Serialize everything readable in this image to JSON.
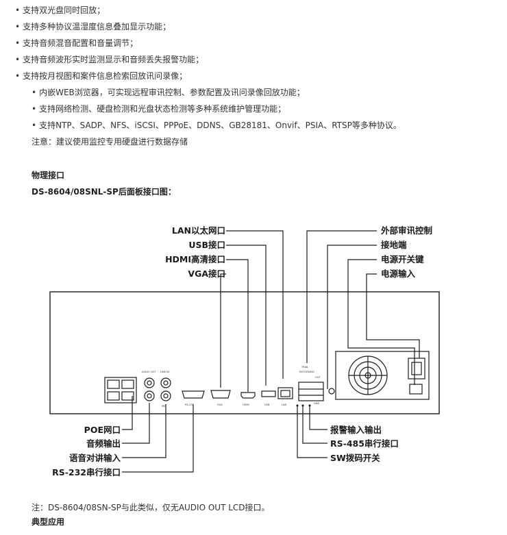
{
  "features": [
    "支持双光盘同时回放；",
    "支持多种协议温湿度信息叠加显示功能；",
    "支持音频混音配置和音量调节；",
    "支持音频波形实时监测显示和音频丢失报警功能；",
    "支持按月视图和案件信息检索回放讯问录像；"
  ],
  "sub_features": [
    "内嵌WEB浏览器，可实现远程审讯控制、参数配置及讯问录像回放功能；",
    "支持网络检测、硬盘检测和光盘状态检测等多种系统维护管理功能；",
    "支持NTP、SADP、NFS、iSCSI、PPPoE、DDNS、GB28181、Onvif、PSIA、RTSP等多种协议。"
  ],
  "note1": "注意：建议使用监控专用硬盘进行数据存储",
  "section_title": "物理接口",
  "diagram_title": "DS-8604/08SNL-SP后面板接口图：",
  "diagram": {
    "top_left_labels": [
      "LAN以太网口",
      "USB接口",
      "HDMI高清接口",
      "VGA接口"
    ],
    "top_right_labels": [
      "外部审讯控制",
      "接地端",
      "电源开关键",
      "电源输入"
    ],
    "bottom_left_labels": [
      "POE网口",
      "音频输出",
      "语音对讲输入",
      "RS-232串行接口"
    ],
    "bottom_right_labels": [
      "报警输入输出",
      "RS-485串行接口",
      "SW拨码开关"
    ],
    "panel_text": {
      "audio_out": "AUDIO OUT",
      "line_in": "LINE IN",
      "rs232": "RS-232",
      "vga": "VGA",
      "hdmi": "HDMI",
      "usb": "USB",
      "lan": "LAN",
      "mic": "MIC",
      "trial": "TRIAL",
      "recording": "RECORDING",
      "out": "OUT",
      "gnd": "GND"
    }
  },
  "note2": "注：DS-8604/08SN-SP与此类似，仅无AUDIO OUT LCD接口。",
  "bottom_title": "典型应用"
}
